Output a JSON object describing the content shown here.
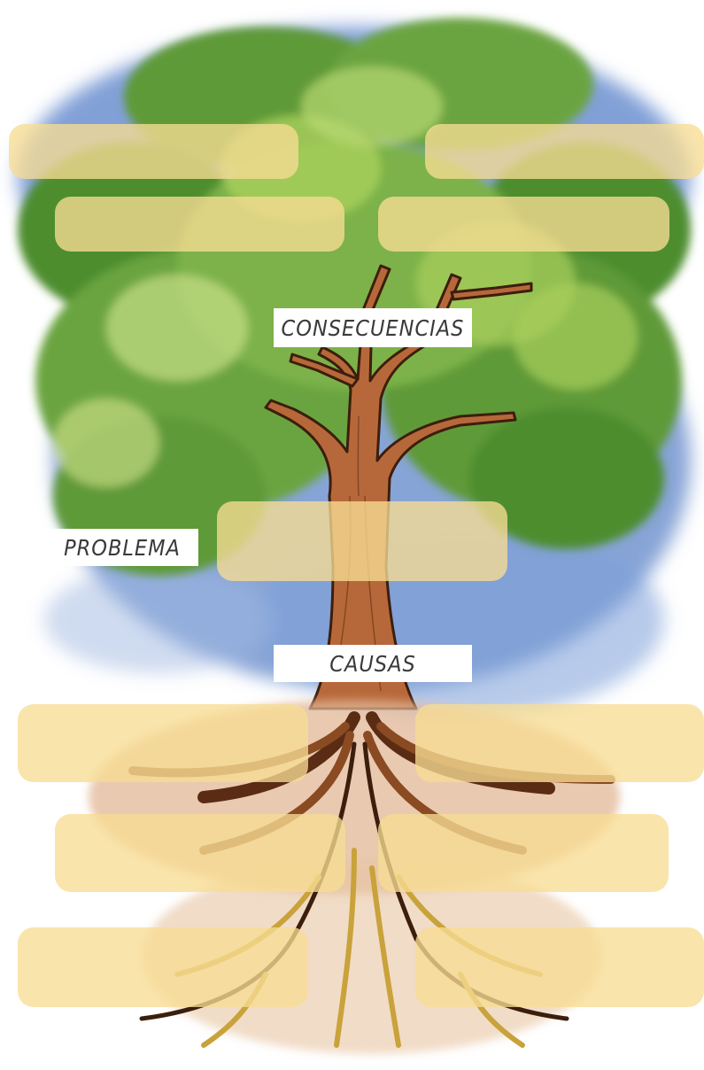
{
  "labels": {
    "consecuencias": "CONSECUENCIAS",
    "problema": "PROBLEMA",
    "causas": "CAUSAS"
  },
  "colors": {
    "sky_blue": "#5f86c8",
    "foliage_dark": "#4e8d2e",
    "foliage_light": "#a9cf5c",
    "trunk": "#b7683a",
    "trunk_dark": "#5a2c14",
    "roots": "#c9a23a",
    "box_fill": "#f7dc93",
    "label_bg": "#ffffff"
  },
  "consequence_boxes": [
    "",
    "",
    "",
    ""
  ],
  "problem_box": "",
  "cause_boxes": [
    "",
    "",
    "",
    "",
    "",
    ""
  ]
}
